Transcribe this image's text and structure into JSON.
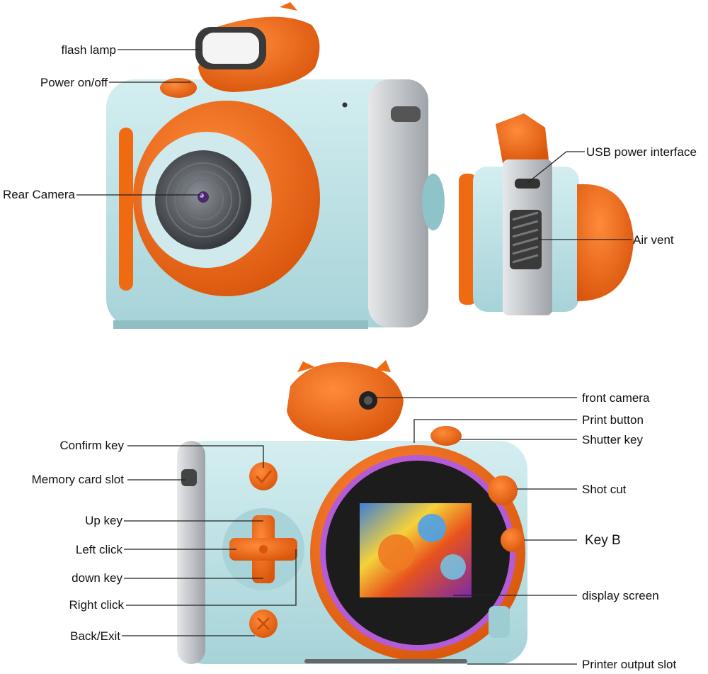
{
  "labels": {
    "flash_lamp": "flash lamp",
    "power": "Power on/off",
    "rear_camera": "Rear Camera",
    "usb": "USB power interface",
    "air_vent": "Air vent",
    "front_camera": "front camera",
    "print_button": "Print button",
    "shutter_key": "Shutter key",
    "confirm_key": "Confirm key",
    "memory_card": "Memory card slot",
    "shot_cut": "Shot cut",
    "up_key": "Up key",
    "left_click": "Left click",
    "key_b": "Key B",
    "down_key": "down key",
    "display_screen": "display screen",
    "right_click": "Right click",
    "back_exit": "Back/Exit",
    "printer_output": "Printer output slot"
  },
  "colors": {
    "body": "#bfe3e6",
    "body_shade": "#9ccdd2",
    "orange": "#f06a12",
    "orange_dark": "#c9500a",
    "silver": "#b8bcc0",
    "lens_dark": "#3a3f44",
    "ring_purple": "#b45bd6"
  }
}
